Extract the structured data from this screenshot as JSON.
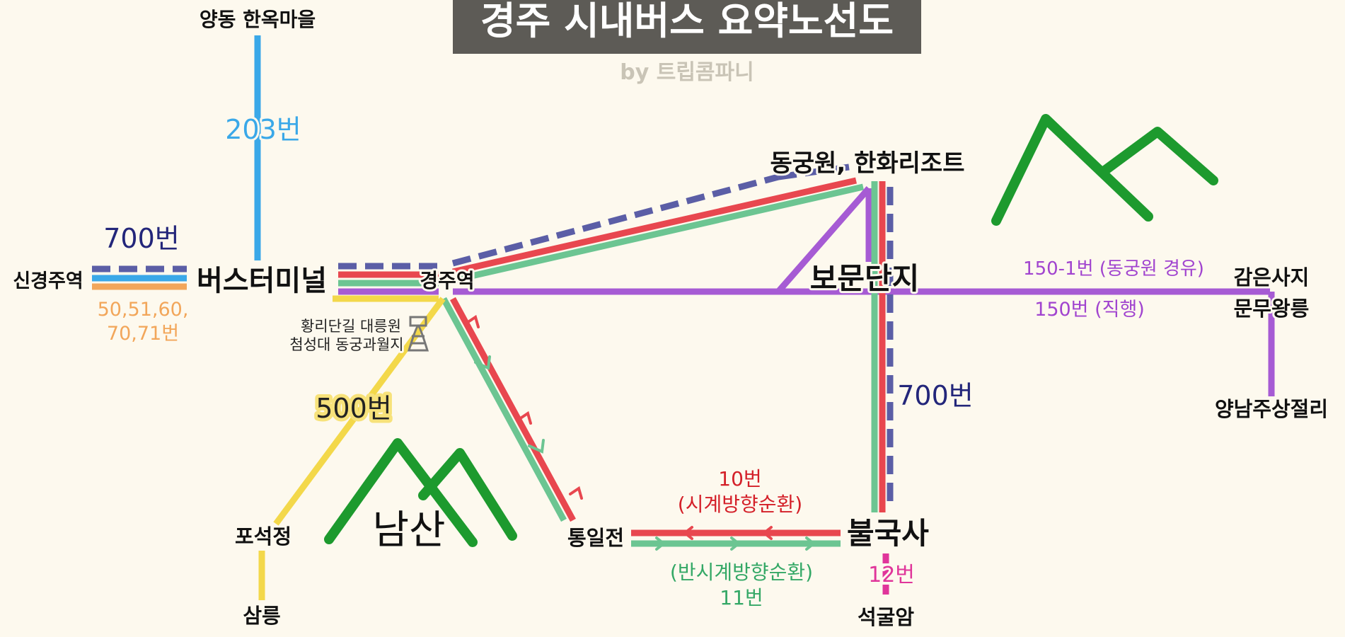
{
  "title": "경주 시내버스 요약노선도",
  "subtitle": "by 트립콤파니",
  "colors": {
    "background": "#fdf9ee",
    "title_box": "#5d5b56",
    "route_203": "#3aa8e8",
    "route_700": "#5b5ea6",
    "route_50s": "#f2a65a",
    "route_10": "#e8474f",
    "route_11": "#6cc592",
    "route_150": "#a65bd4",
    "route_500": "#f3d84a",
    "route_12": "#e0359a",
    "mountain": "#1d9a2e"
  },
  "stations": {
    "yangdong": "양동 한옥마을",
    "singyeongju": "신경주역",
    "bus_terminal": "버스터미널",
    "gyeongju_station": "경주역",
    "donggungwon": "동궁원, 한화리조트",
    "bomun": "보문단지",
    "gameunsaji": "감은사지",
    "munmu": "문무왕릉",
    "yangnam": "양남주상절리",
    "bulguksa": "불국사",
    "seokguram": "석굴암",
    "tongiljeon": "통일전",
    "poseokjeong": "포석정",
    "samneung": "삼릉"
  },
  "route_labels": {
    "r203": "203번",
    "r700_left": "700번",
    "r50s_line1": "50,51,60,",
    "r50s_line2": "70,71번",
    "r500": "500번",
    "r700_right": "700번",
    "r150_1": "150-1번 (동궁원 경유)",
    "r150": "150번 (직행)",
    "r10_num": "10번",
    "r10_dir": "(시계방향순환)",
    "r11_dir": "(반시계방향순환)",
    "r11_num": "11번",
    "r12": "12번"
  },
  "landmarks": {
    "landmark_line1": "황리단길 대릉원",
    "landmark_line2": "첨성대 동궁과월지",
    "namsan": "남산"
  }
}
